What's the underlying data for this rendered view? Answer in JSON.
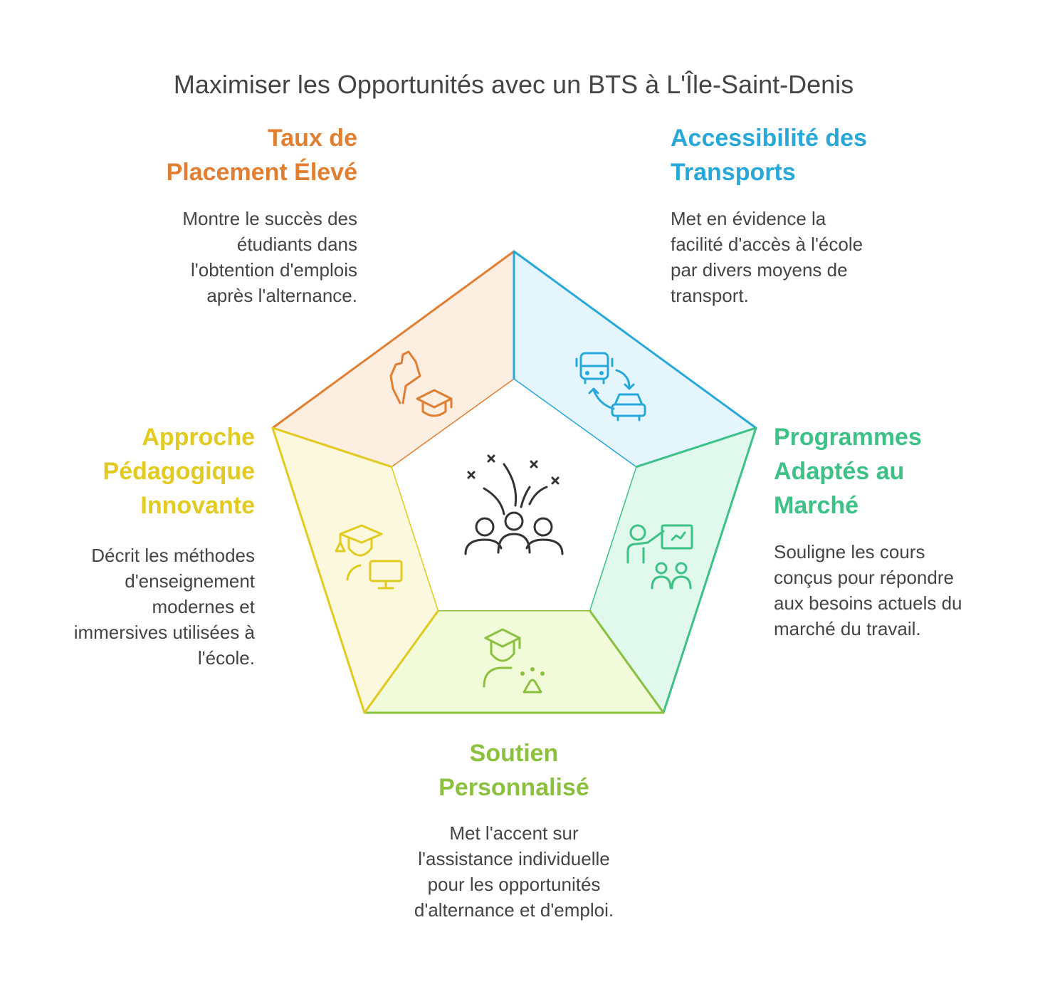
{
  "title": "Maximiser les Opportunités avec un BTS à L'Île-Saint-Denis",
  "segments": [
    {
      "heading_line1": "Taux de",
      "heading_line2": "Placement Élevé",
      "desc_lines": [
        "Montre le succès des",
        "étudiants dans",
        "l'obtention d'emplois",
        "après l'alternance."
      ],
      "color": "#E07F32",
      "fill": "#FDEEE2",
      "icon": "person-graduation-cap-icon"
    },
    {
      "heading_line1": "Accessibilité des",
      "heading_line2": "Transports",
      "desc_lines": [
        "Met en évidence la",
        "facilité d'accès à l'école",
        "par divers moyens de",
        "transport."
      ],
      "color": "#27A8D8",
      "fill": "#E4F6FC",
      "icon": "bus-car-exchange-icon"
    },
    {
      "heading_line1": "Programmes",
      "heading_line2": "Adaptés au",
      "heading_line3": "Marché",
      "desc_lines": [
        "Souligne les cours",
        "conçus pour répondre",
        "aux besoins actuels du",
        "marché du travail."
      ],
      "color": "#3DC187",
      "fill": "#E1F8EC",
      "icon": "teacher-presentation-icon"
    },
    {
      "heading_line1": "Soutien",
      "heading_line2": "Personnalisé",
      "desc_lines": [
        "Met l'accent sur",
        "l'assistance individuelle",
        "pour les opportunités",
        "d'alternance et d'emploi."
      ],
      "color": "#8CC03F",
      "fill": "#F1FAD9",
      "icon": "graduate-support-icon"
    },
    {
      "heading_line1": "Approche",
      "heading_line2": "Pédagogique",
      "heading_line3": "Innovante",
      "desc_lines": [
        "Décrit les méthodes",
        "d'enseignement",
        "modernes et",
        "immersives utilisées à",
        "l'école."
      ],
      "color": "#E2CB20",
      "fill": "#FCF8DD",
      "icon": "graduate-computer-icon"
    }
  ],
  "center_icon": "celebrating-group-icon"
}
